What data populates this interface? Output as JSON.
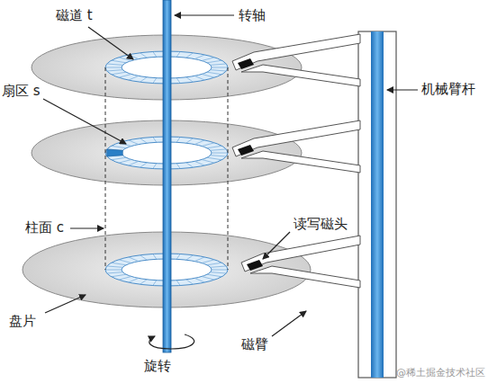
{
  "diagram": {
    "labels": [
      "磁道 t",
      "转轴",
      "扇区 s",
      "机械臂杆",
      "柱面 c",
      "读写磁头",
      "盘片",
      "磁臂",
      "旋转",
      "@稀土掘金技术社区"
    ]
  }
}
